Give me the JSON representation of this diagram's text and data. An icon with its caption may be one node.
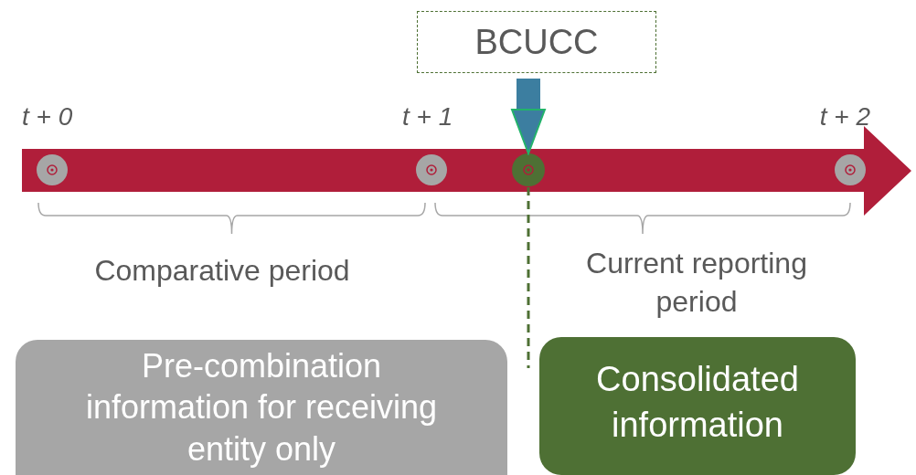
{
  "diagram": {
    "nodes": [
      {
        "text": [
          "BCUCC"
        ]
      },
      {
        "text": [],
        "shape": "circle"
      },
      {
        "text": [],
        "shape": "circle"
      },
      {
        "text": [],
        "shape": "circle"
      },
      {
        "text": [],
        "shape": "circle"
      },
      {
        "text": [
          "Pre-combination information for receiving entity only"
        ]
      },
      {
        "text": [
          "Consolidated information"
        ]
      }
    ],
    "edges": [
      {
        "from": 0,
        "to": 3,
        "arrow": "to",
        "color": "#3c7ea0"
      }
    ],
    "labels": [
      "t + 0",
      "t + 1",
      "t + 2",
      "Comparative period",
      "Current reporting period"
    ]
  }
}
